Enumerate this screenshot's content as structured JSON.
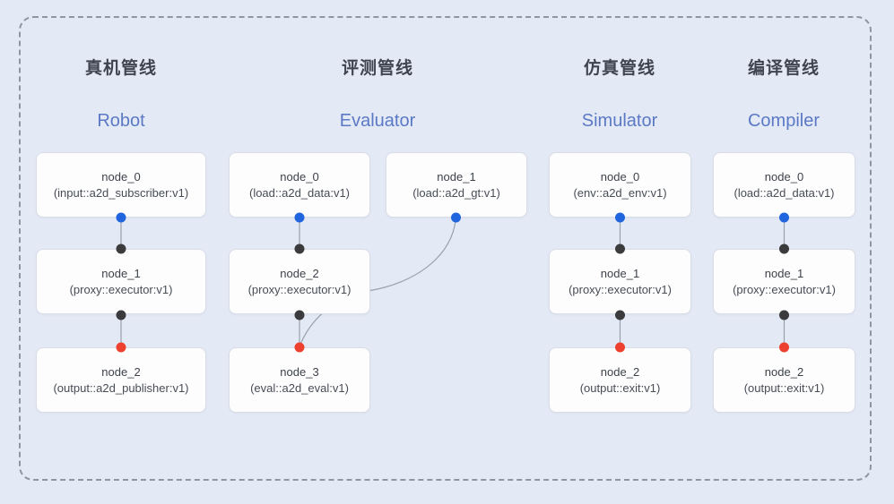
{
  "colors": {
    "background": "#e4e9f6",
    "frame_border": "#8f96a3",
    "box_fill": "#fdfdfe",
    "box_border": "#d9dde6",
    "edge": "#99a1ae",
    "port_in": "#2065dd",
    "port_mid": "#3b3b3d",
    "port_out": "#ed402f",
    "title_zh_color": "#3f4450",
    "title_en_color": "#5b79c4"
  },
  "pipelines": [
    {
      "title_zh": "真机管线",
      "title_en": "Robot",
      "nodes": [
        {
          "name": "node_0",
          "type": "(input::a2d_subscriber:v1)"
        },
        {
          "name": "node_1",
          "type": "(proxy::executor:v1)"
        },
        {
          "name": "node_2",
          "type": "(output::a2d_publisher:v1)"
        }
      ]
    },
    {
      "title_zh": "评测管线",
      "title_en": "Evaluator",
      "nodes": [
        {
          "name": "node_0",
          "type": "(load::a2d_data:v1)"
        },
        {
          "name": "node_1",
          "type": "(load::a2d_gt:v1)"
        },
        {
          "name": "node_2",
          "type": "(proxy::executor:v1)"
        },
        {
          "name": "node_3",
          "type": "(eval::a2d_eval:v1)"
        }
      ]
    },
    {
      "title_zh": "仿真管线",
      "title_en": "Simulator",
      "nodes": [
        {
          "name": "node_0",
          "type": "(env::a2d_env:v1)"
        },
        {
          "name": "node_1",
          "type": "(proxy::executor:v1)"
        },
        {
          "name": "node_2",
          "type": "(output::exit:v1)"
        }
      ]
    },
    {
      "title_zh": "编译管线",
      "title_en": "Compiler",
      "nodes": [
        {
          "name": "node_0",
          "type": "(load::a2d_data:v1)"
        },
        {
          "name": "node_1",
          "type": "(proxy::executor:v1)"
        },
        {
          "name": "node_2",
          "type": "(output::exit:v1)"
        }
      ]
    }
  ]
}
